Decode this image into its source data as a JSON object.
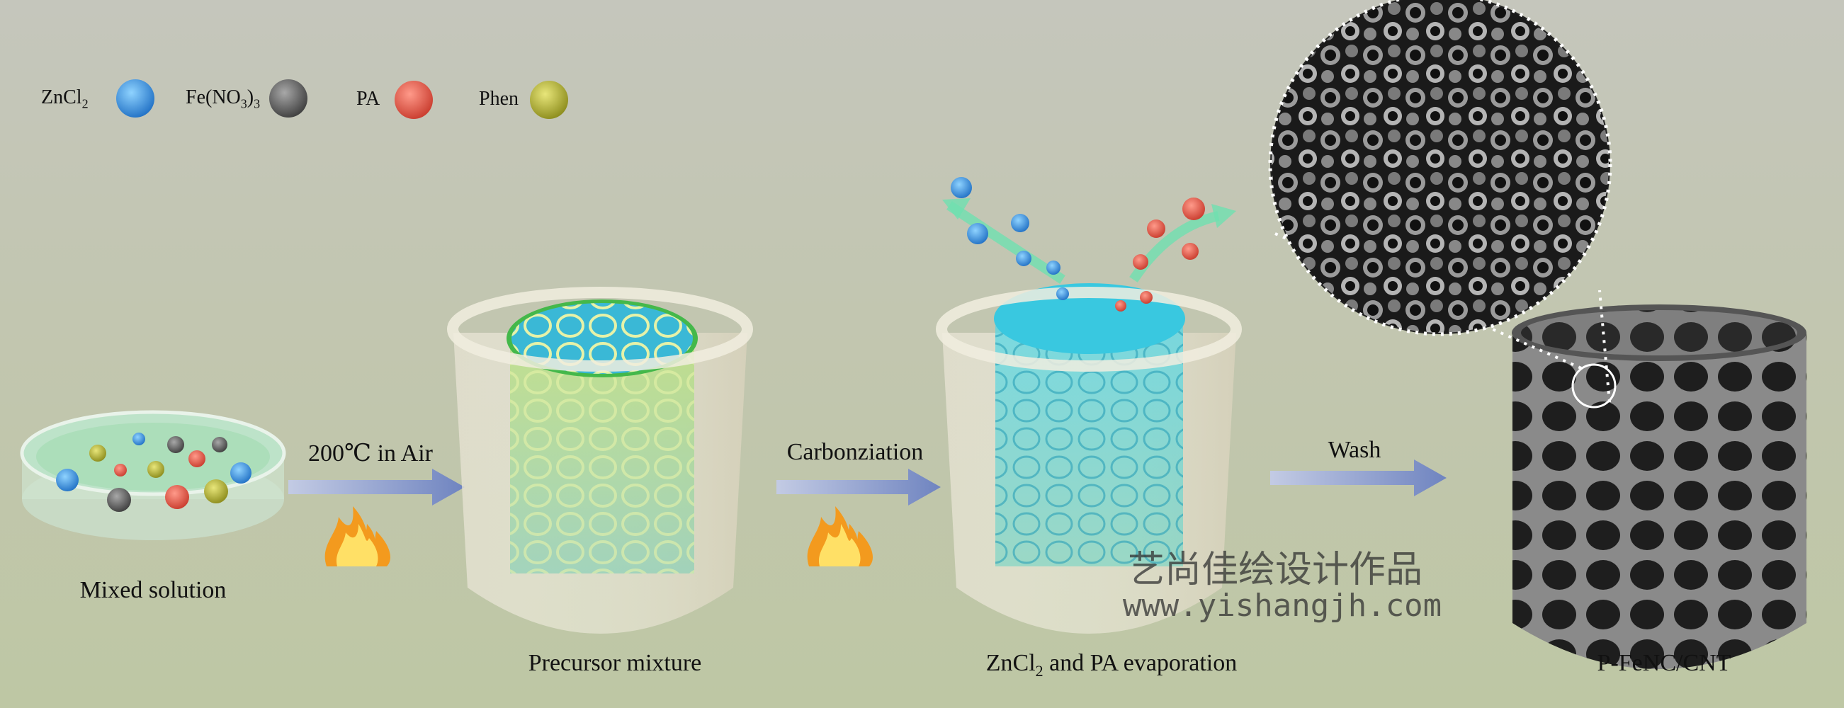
{
  "legend": [
    {
      "label": "ZnCl",
      "sub": "2",
      "sub2": "",
      "color": "#3a8fe0"
    },
    {
      "label": "Fe(NO",
      "sub": "3",
      "suffix": ")",
      "sub2": "3",
      "color": "#6a6a6a"
    },
    {
      "label": "PA",
      "sub": "",
      "sub2": "",
      "color": "#e35a4a"
    },
    {
      "label": "Phen",
      "sub": "",
      "sub2": "",
      "color": "#b5b32e"
    }
  ],
  "steps": {
    "step1": "200℃ in Air",
    "step2": "Carbonziation",
    "step3": "Wash"
  },
  "labels": {
    "mixed": "Mixed solution",
    "precursor": "Precursor mixture",
    "evap_pre": "ZnCl",
    "evap_sub": "2",
    "evap_post": " and PA evaporation",
    "product": "P-FeNC/CNT"
  },
  "watermark": {
    "line1": "艺尚佳绘设计作品",
    "line2": "www.yishangjh.com"
  },
  "colors": {
    "arrow": "#8597c8",
    "zncl2": "#3a8fe0",
    "pa": "#e35a4a",
    "phen": "#b5b32e",
    "fe": "#6a6a6a"
  }
}
